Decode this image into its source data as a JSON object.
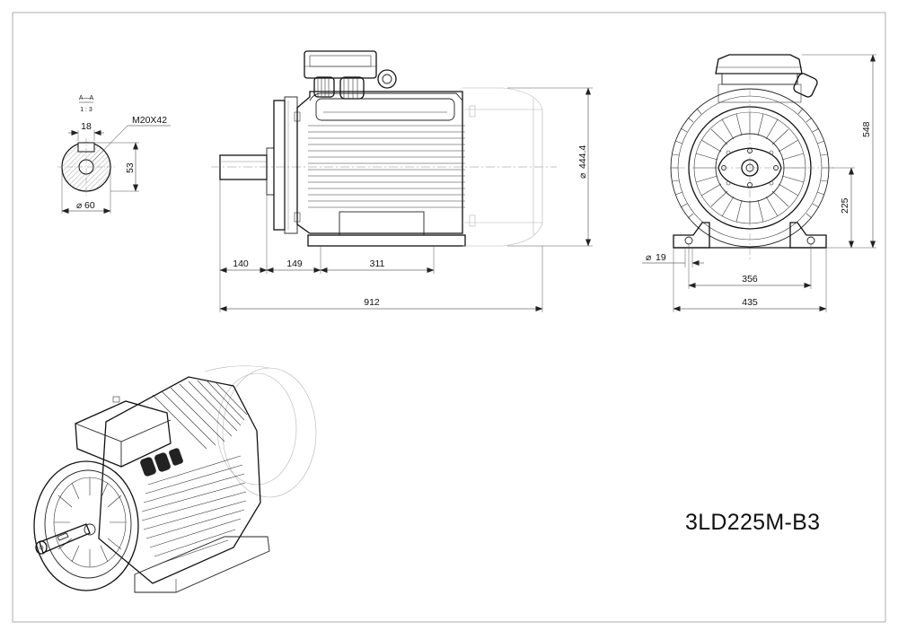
{
  "drawing": {
    "model": "3LD225M-B3",
    "section": {
      "label": "A—A",
      "scale": "1 : 3"
    },
    "shaft_section": {
      "key_width": "18",
      "thread": "M20X42",
      "key_depth": "53",
      "shaft_diameter": "60"
    },
    "side_view": {
      "flange_diameter": "444.4",
      "shaft_length": "140",
      "shaft_to_foot_hole": "149",
      "foot_hole_spacing": "311",
      "overall_length": "912"
    },
    "end_view": {
      "overall_height": "548",
      "shaft_height": "225",
      "foot_hole_diameter": "19",
      "foot_hole_distance": "356",
      "foot_width": "435"
    },
    "symbols": {
      "diameter": "⌀"
    }
  }
}
